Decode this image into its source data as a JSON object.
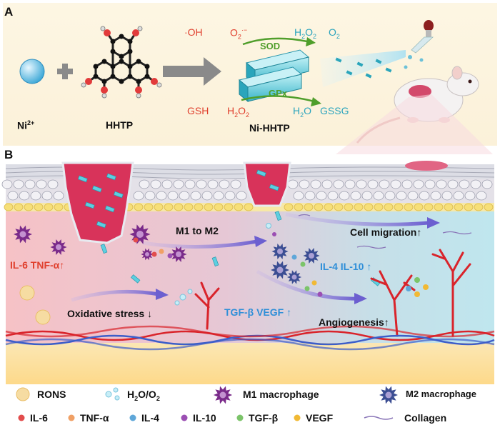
{
  "panel_a": {
    "label": "A",
    "reactant_ni": "Ni",
    "reactant_ni_charge": "2+",
    "plus": "+",
    "reactant_hhtp": "HHTP",
    "product": "Ni-HHTP",
    "oh": "·OH",
    "o2_minus": "O",
    "o2_minus_sub": "2",
    "o2_minus_sup": "·−",
    "sod": "SOD",
    "h2o2_top": "H",
    "h2o2_top_sub": "2",
    "h2o2_top_end": "O",
    "h2o2_top_sub2": "2",
    "o2_top": "O",
    "o2_top_sub": "2",
    "gsh": "GSH",
    "h2o2_bottom": "H",
    "h2o2_bottom_sub": "2",
    "h2o2_bottom_end": "O",
    "h2o2_bottom_sub2": "2",
    "gpx": "GPx",
    "h2o_bottom": "H",
    "h2o_bottom_sub": "2",
    "h2o_bottom_end": "O",
    "gssg": "GSSG"
  },
  "panel_b": {
    "label": "B",
    "il6_tnf": "IL-6 TNF-α",
    "m1_to_m2": "M1 to M2",
    "cell_migration": "Cell migration",
    "il4_il10": "IL-4 IL-10",
    "oxidative_stress": "Oxidative stress",
    "tgf_vegf": "TGF-β VEGF",
    "angiogenesis": "Angiogenesis",
    "up_arrow": "↑",
    "down_arrow": "↓"
  },
  "legend": {
    "rons": "RONS",
    "h2o_o2_a": "H",
    "h2o_o2_sub": "2",
    "h2o_o2_b": "O/O",
    "h2o_o2_sub2": "2",
    "m1": "M1 macrophage",
    "m2": "M2 macrophage",
    "il6": "IL-6",
    "tnfa": "TNF-α",
    "il4": "IL-4",
    "il10": "IL-10",
    "tgfb": "TGF-β",
    "vegf": "VEGF",
    "collagen": "Collagen"
  },
  "colors": {
    "background_a": "#fdf5e0",
    "tissue_red": "#d8335a",
    "m1_purple": "#7a2b8a",
    "m2_blue": "#3c4e93",
    "vessel_red": "#d9242b",
    "legend_il6": "#e24c4c",
    "legend_tnfa": "#f0a065",
    "legend_il4": "#5fa7d9",
    "legend_il10": "#9b4fb3",
    "legend_tgfb": "#7cc46a",
    "legend_vegf": "#f1b935"
  }
}
